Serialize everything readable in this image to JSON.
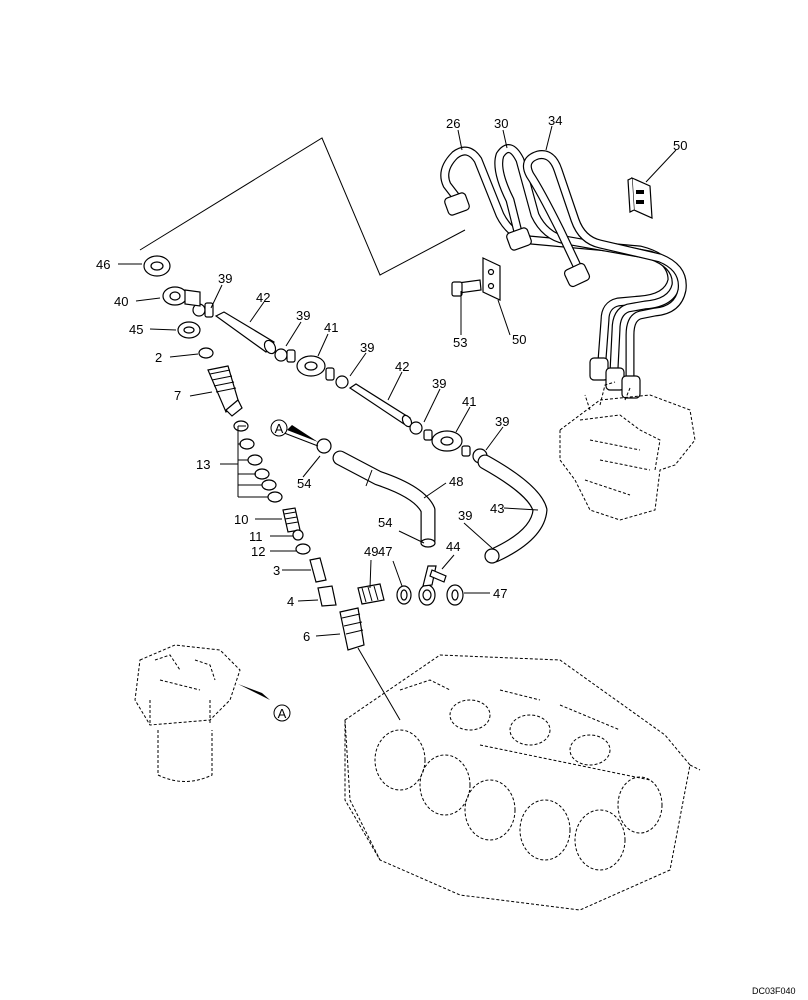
{
  "diagram_code": "DC03F040",
  "ref_marker": "A",
  "callouts": {
    "c26": "26",
    "c30": "30",
    "c34": "34",
    "c50a": "50",
    "c50b": "50",
    "c46": "46",
    "c40": "40",
    "c45": "45",
    "c2": "2",
    "c7": "7",
    "c13": "13",
    "c10": "10",
    "c11": "11",
    "c12": "12",
    "c3": "3",
    "c4": "4",
    "c6": "6",
    "c39a": "39",
    "c39b": "39",
    "c39c": "39",
    "c39d": "39",
    "c39e": "39",
    "c39f": "39",
    "c42a": "42",
    "c42b": "42",
    "c41a": "41",
    "c41b": "41",
    "c53": "53",
    "c54a": "54",
    "c54b": "54",
    "c48": "48",
    "c43": "43",
    "c49": "49",
    "c47a": "47",
    "c47b": "47",
    "c44": "44"
  }
}
